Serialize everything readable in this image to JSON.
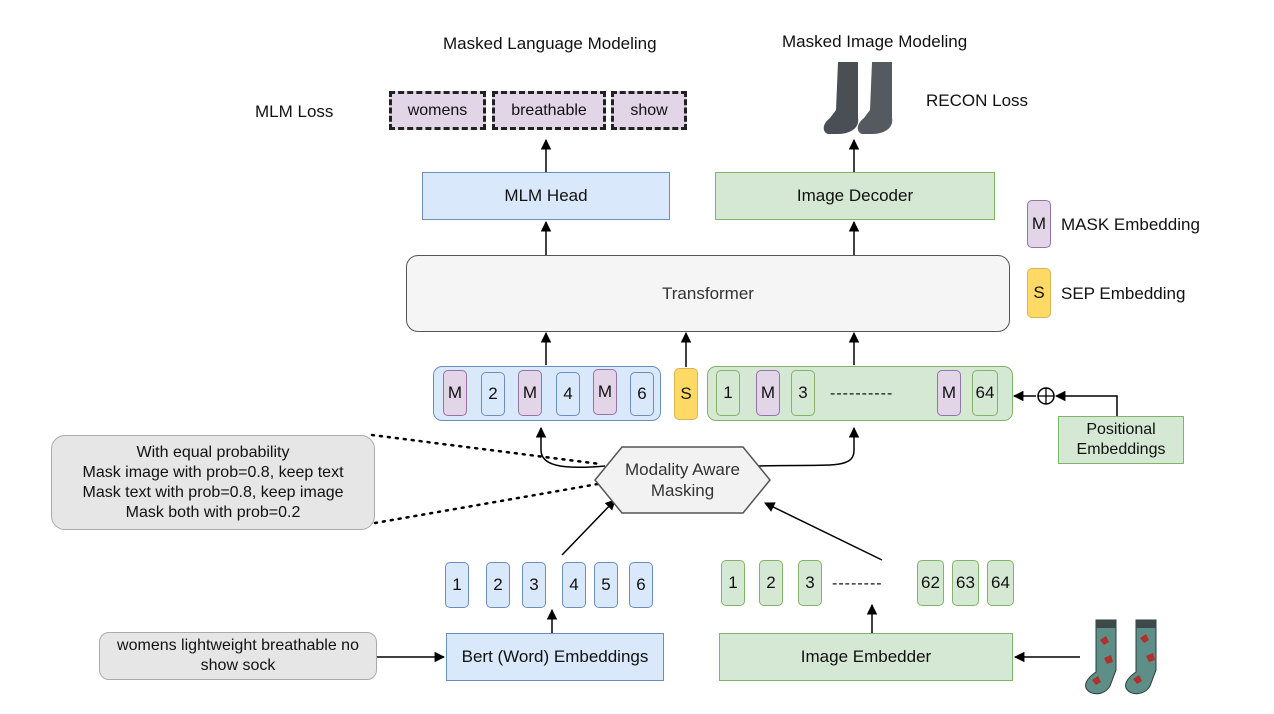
{
  "titles": {
    "mlm": "Masked Language Modeling",
    "mim": "Masked Image Modeling"
  },
  "losses": {
    "mlm": "MLM Loss",
    "recon": "RECON Loss"
  },
  "predicted_words": [
    "womens",
    "breathable",
    "show"
  ],
  "blocks": {
    "mlm_head": "MLM Head",
    "image_decoder": "Image Decoder",
    "transformer": "Transformer",
    "masking": "Modality Aware Masking",
    "bert": "Bert (Word) Embeddings",
    "image_embedder": "Image Embedder",
    "positional": "Positional Embeddings"
  },
  "legend": [
    {
      "symbol": "M",
      "label": "MASK Embedding"
    },
    {
      "symbol": "S",
      "label": "SEP Embedding"
    }
  ],
  "masked_text_tokens": [
    "M",
    "2",
    "M",
    "4",
    "M",
    "6"
  ],
  "sep_token": "S",
  "masked_image_tokens": [
    "1",
    "M",
    "3",
    "M",
    "64"
  ],
  "image_seq_ellipsis": "----------",
  "text_tokens": [
    "1",
    "2",
    "3",
    "4",
    "5",
    "6"
  ],
  "image_tokens": [
    "1",
    "2",
    "3",
    "62",
    "63",
    "64"
  ],
  "image_tokens_ellipsis": "--------",
  "input_text": "womens lightweight breathable no show sock",
  "masking_note": [
    "With equal probability",
    "Mask image with prob=0.8, keep text",
    "Mask text with prob=0.8, keep image",
    "Mask both with prob=0.2"
  ],
  "plus_symbol": "⊕"
}
